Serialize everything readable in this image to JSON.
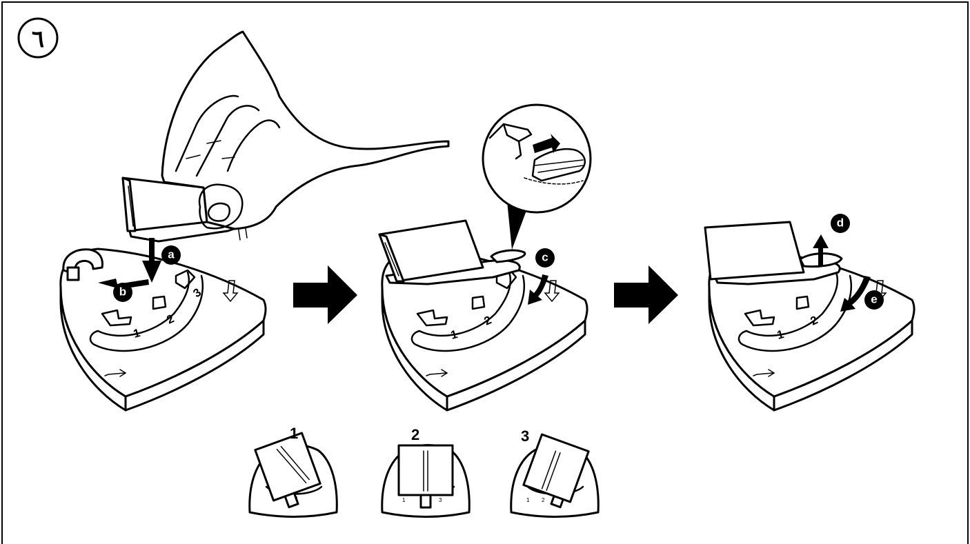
{
  "step_number": "٦",
  "callouts": [
    {
      "id": "a",
      "label": "a"
    },
    {
      "id": "b",
      "label": "b"
    },
    {
      "id": "c",
      "label": "c"
    },
    {
      "id": "d",
      "label": "d"
    },
    {
      "id": "e",
      "label": "e"
    }
  ],
  "slot_numbers": [
    "1",
    "2",
    "3"
  ],
  "positions": [
    {
      "label": "1",
      "tilt": -20
    },
    {
      "label": "2",
      "tilt": 0
    },
    {
      "label": "3",
      "tilt": 20
    }
  ],
  "mini_scale": [
    "1",
    "2",
    "3"
  ],
  "colors": {
    "ink": "#000000",
    "paper": "#ffffff"
  }
}
